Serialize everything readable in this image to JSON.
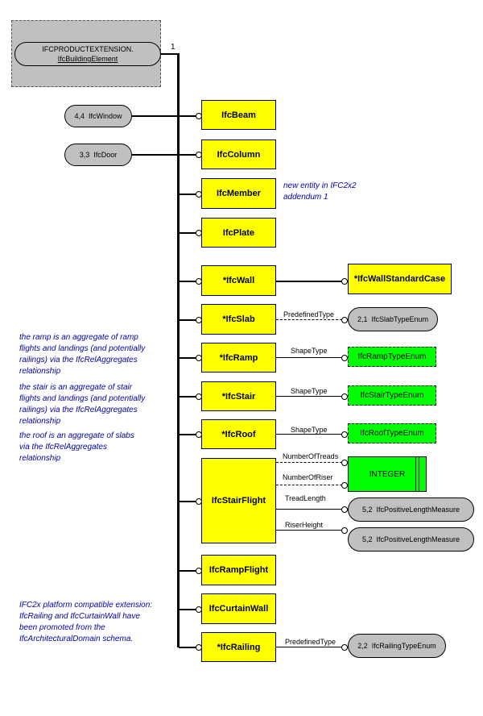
{
  "header": {
    "line1": "IFCPRODUCTEXTENSION.",
    "line2": "IfcBuildingElement",
    "cardinality": "1"
  },
  "left_refs": [
    {
      "num": "4,4",
      "name": "IfcWindow"
    },
    {
      "num": "3,3",
      "name": "IfcDoor"
    }
  ],
  "entities": {
    "beam": "IfcBeam",
    "column": "IfcColumn",
    "member": "IfcMember",
    "plate": "IfcPlate",
    "wall": "*IfcWall",
    "slab": "*IfcSlab",
    "ramp": "*IfcRamp",
    "stair": "*IfcStair",
    "roof": "*IfcRoof",
    "stairflight": "IfcStairFlight",
    "rampflight": "IfcRampFlight",
    "curtainwall": "IfcCurtainWall",
    "railing": "*IfcRailing",
    "wallstd": "*IfcWallStandardCase"
  },
  "attributes": {
    "slab_attr": "PredefinedType",
    "slab_enum_num": "2,1",
    "slab_enum": "IfcSlabTypeEnum",
    "ramp_attr": "ShapeType",
    "ramp_enum": "IfcRampTypeEnum",
    "stair_attr": "ShapeType",
    "stair_enum": "IfcStairTypeEnum",
    "roof_attr": "ShapeType",
    "roof_enum": "IfcRoofTypeEnum",
    "treads": "NumberOfTreads",
    "riser": "NumberOfRiser",
    "integer": "INTEGER",
    "tread_len": "TreadLength",
    "tread_num": "5,2",
    "tread_type": "IfcPositiveLengthMeasure",
    "riser_h": "RiserHeight",
    "riser_num": "5,2",
    "riser_type": "IfcPositiveLengthMeasure",
    "railing_attr": "PredefinedType",
    "railing_num": "2,2",
    "railing_enum": "IfcRailingTypeEnum"
  },
  "notes": {
    "member": [
      "new entity in IFC2x2",
      "addendum 1"
    ],
    "ramp": [
      "the ramp is an aggregate of ramp",
      "flights and landings (and potentially",
      "railings) via the IfcRelAggregates",
      "relationship"
    ],
    "stair": [
      "the stair is an aggregate of stair",
      "flights and landings (and potentially",
      "railings) via the IfcRelAggregates",
      "relationship"
    ],
    "roof": [
      "the roof is an aggregate of slabs",
      "via the IfcRelAggregates",
      "relationship"
    ],
    "platform": [
      "IFC2x platform compatible extension:",
      "IfcRailing and IfcCurtainWall have",
      "been promoted from the",
      "IfcArchitecturalDomain schema."
    ]
  },
  "colors": {
    "entity": "#ffff00",
    "defined_type": "#00ff00",
    "reference": "#c0c0c0",
    "note_text": "#0000aa"
  }
}
